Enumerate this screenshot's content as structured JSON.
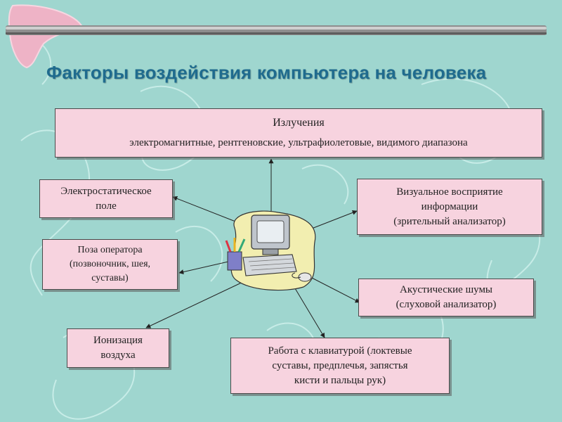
{
  "title": "Факторы воздействия компьютера на человека",
  "radiation": {
    "title": "Излучения",
    "subtitle": "электромагнитные, рентгеновские, ультрафиолетовые, видимого диапазона"
  },
  "electrostatic": {
    "line1": "Электростатическое",
    "line2": "поле"
  },
  "posture": {
    "line1": "Поза оператора",
    "line2": "(позвоночник,  шея,",
    "line3": "суставы)"
  },
  "ionization": {
    "line1": "Ионизация",
    "line2": "воздуха"
  },
  "visual": {
    "line1": "Визуальное восприятие",
    "line2": "информации",
    "line3": "(зрительный анализатор)"
  },
  "acoustic": {
    "line1": "Акустические шумы",
    "line2": "(слуховой анализатор)"
  },
  "keyboard": {
    "line1": "Работа с клавиатурой (локтевые",
    "line2": "суставы, предплечья, запястья",
    "line3": "кисти и пальцы рук)"
  },
  "colors": {
    "background": "#9fd6cf",
    "box": "#f7d3df",
    "title": "#1f6b8e",
    "blob": "#f2eeb0"
  }
}
